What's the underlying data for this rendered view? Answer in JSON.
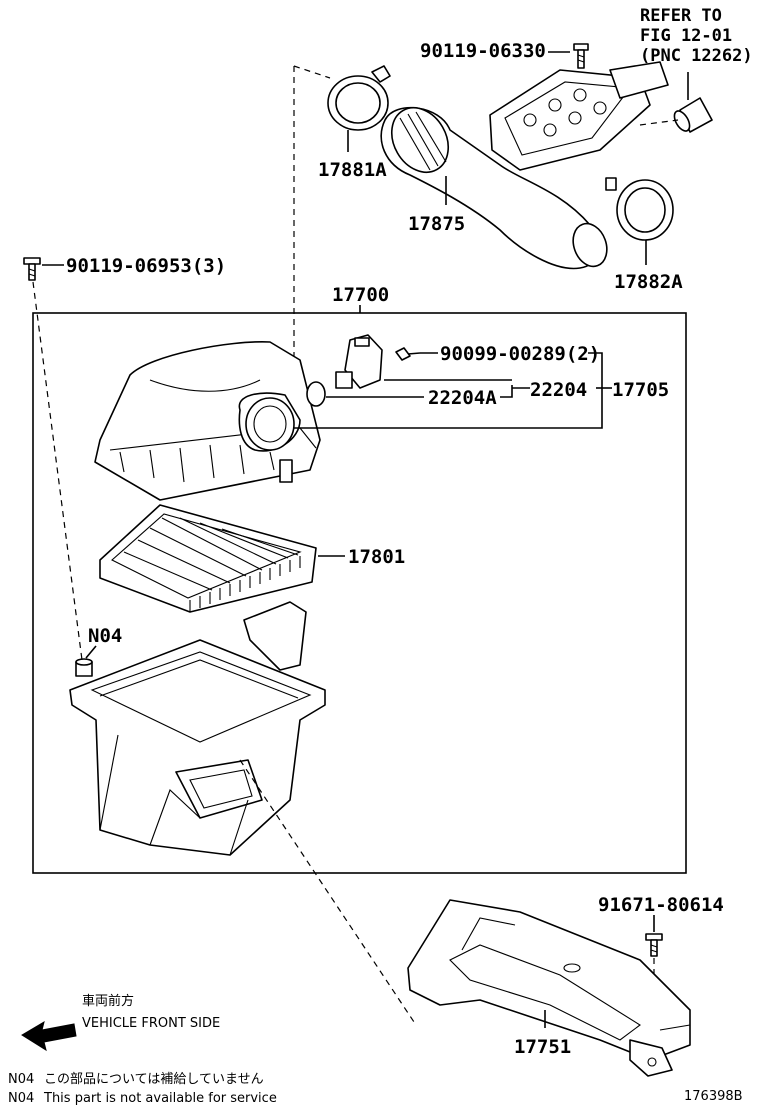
{
  "refer": {
    "line1": "REFER TO",
    "line2": "FIG 12-01",
    "line3": "(PNC 12262)"
  },
  "parts": {
    "p90119_06330": "90119-06330",
    "p17881A": "17881A",
    "p17875": "17875",
    "p17882A": "17882A",
    "p90119_06953": "90119-06953(3)",
    "p17700": "17700",
    "p90099_00289": "90099-00289(2)",
    "p22204A": "22204A",
    "p22204": "22204",
    "p17705": "17705",
    "p17801": "17801",
    "pN04": "N04",
    "p91671_80614": "91671-80614",
    "p17751": "17751"
  },
  "direction": {
    "jp": "車両前方",
    "en": "VEHICLE FRONT SIDE"
  },
  "notes": [
    {
      "code": "N04",
      "text": "この部品については補給していません"
    },
    {
      "code": "N04",
      "text": "This part is not available for service"
    }
  ],
  "figure_code": "176398B"
}
